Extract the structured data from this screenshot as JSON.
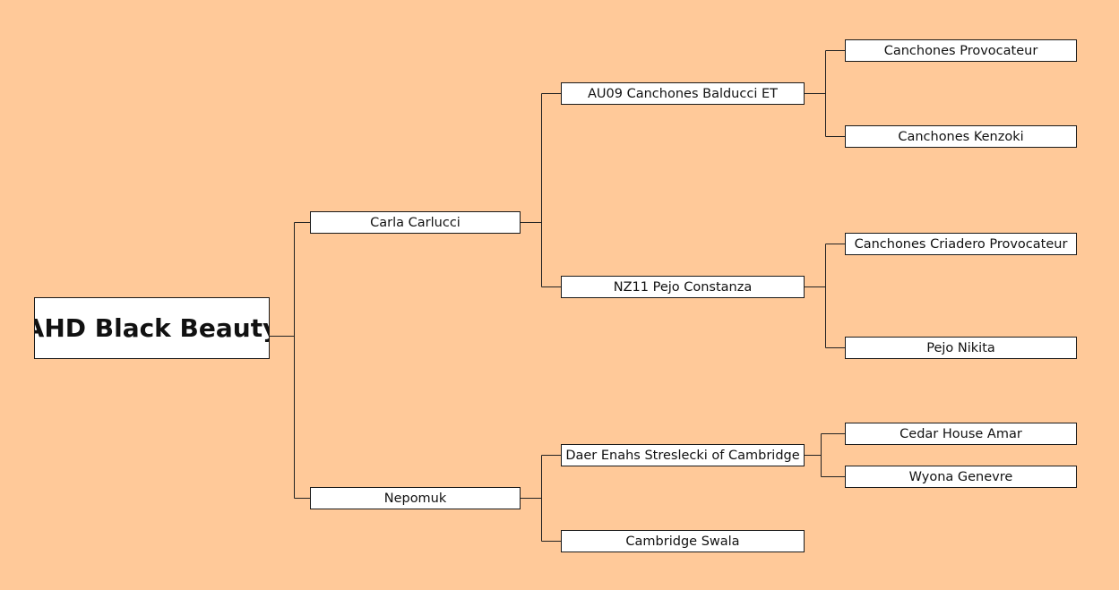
{
  "pedigree": {
    "subject": "AHD Black Beauty",
    "sire": {
      "name": "Carla Carlucci",
      "sire": {
        "name": "AU09 Canchones Balducci ET",
        "sire": {
          "name": "Canchones Provocateur"
        },
        "dam": {
          "name": "Canchones Kenzoki"
        }
      },
      "dam": {
        "name": "NZ11 Pejo Constanza",
        "sire": {
          "name": "Canchones Criadero Provocateur"
        },
        "dam": {
          "name": "Pejo Nikita"
        }
      }
    },
    "dam": {
      "name": "Nepomuk",
      "sire": {
        "name": "Daer Enahs Streslecki of Cambridge",
        "sire": {
          "name": "Cedar House Amar"
        },
        "dam": {
          "name": "Wyona Genevre"
        }
      },
      "dam": {
        "name": "Cambridge Swala"
      }
    }
  },
  "colors": {
    "background": "#ffc999",
    "box": "#ffffff",
    "border": "#1a1a1a",
    "connector": "#222222"
  }
}
